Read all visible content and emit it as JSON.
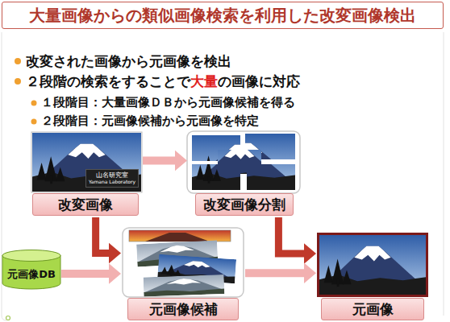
{
  "diagram": {
    "title": "大量画像からの類似画像検索を利用した改変画像検出",
    "nodes": [
      {
        "text": [
          "改変画像"
        ]
      },
      {
        "text": [
          "改変画像分割"
        ]
      },
      {
        "text": [
          "元画像DB"
        ]
      },
      {
        "text": [
          "元画像候補"
        ]
      },
      {
        "text": [
          "元画像"
        ]
      }
    ],
    "edges": [
      {
        "from": 0,
        "to": 1,
        "arrow": "to"
      },
      {
        "from": 0,
        "to": 3,
        "arrow": "to"
      },
      {
        "from": 2,
        "to": 3,
        "arrow": "to"
      },
      {
        "from": 1,
        "to": 4,
        "arrow": "to"
      },
      {
        "from": 3,
        "to": 4,
        "arrow": "to"
      }
    ],
    "labels": [
      "改変された画像から元画像を検出",
      "２段階の検索をすることで",
      "大量",
      "の画像に対応",
      "１段階目：大量画像ＤＢから元画像候補を得る",
      "２段階目：元画像候補から元画像を特定",
      "山名研究室",
      "Yamana Laboratory"
    ]
  }
}
